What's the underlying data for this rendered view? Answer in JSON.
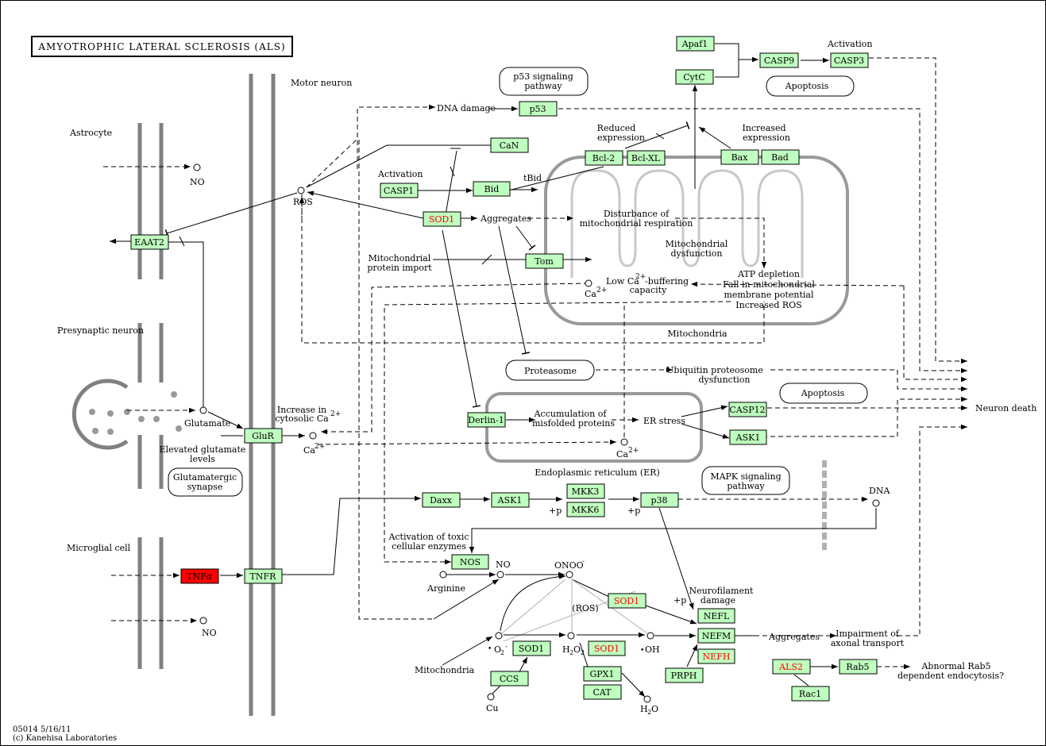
{
  "title": "AMYOTROPHIC LATERAL SCLEROSIS (ALS)",
  "footer": {
    "id_date": "05014 5/16/11",
    "copyright": "(c) Kanehisa Laboratories"
  },
  "regions": {
    "motor_neuron": "Motor neuron",
    "astrocyte": "Astrocyte",
    "presynaptic_neuron": "Presynaptic neuron",
    "microglial_cell": "Microglial cell",
    "mitochondria": "Mitochondria",
    "er": "Endoplasmic reticulum (ER)"
  },
  "genes": {
    "apaf1": "Apaf1",
    "casp9": "CASP9",
    "casp3": "CASP3",
    "cytc": "CytC",
    "p53": "p53",
    "can": "CaN",
    "bcl2": "Bcl-2",
    "bclxl": "Bcl-XL",
    "bax": "Bax",
    "bad": "Bad",
    "casp1": "CASP1",
    "bid": "Bid",
    "sod1_a": "SOD1",
    "eaat2": "EAAT2",
    "tom": "Tom",
    "derlin1": "Derlin-1",
    "casp12": "CASP12",
    "ask1_a": "ASK1",
    "glur": "GluR",
    "daxx": "Daxx",
    "ask1_b": "ASK1",
    "mkk3": "MKK3",
    "mkk6": "MKK6",
    "p38": "p38",
    "tnfa": "TNFα",
    "tnfr": "TNFR",
    "nos": "NOS",
    "sod1_b": "SOD1",
    "nefl": "NEFL",
    "nefm": "NEFM",
    "nefh": "NEFH",
    "prph": "PRPH",
    "sod1_c": "SOD1",
    "sod1_d": "SOD1",
    "ccs": "CCS",
    "gpx1": "GPX1",
    "cat": "CAT",
    "als2": "ALS2",
    "rab5": "Rab5",
    "rac1": "Rac1"
  },
  "pathways": {
    "p53": [
      "p53 signaling",
      "pathway"
    ],
    "apoptosis_top": "Apoptosis",
    "proteasome": "Proteasome",
    "apoptosis_mid": "Apoptosis",
    "mapk": [
      "MAPK signaling",
      "pathway"
    ],
    "glutamatergic": [
      "Glutamatergic",
      "synapse"
    ]
  },
  "labels": {
    "activation_casp": "Activation",
    "dna_damage": "DNA damage",
    "reduced_expression": [
      "Reduced",
      "expression"
    ],
    "increased_expression": [
      "Increased",
      "expression"
    ],
    "activation_bid": "Activation",
    "tbid": "tBid",
    "no_top": "NO",
    "ros": "ROS",
    "aggregates_top": "Aggregates",
    "disturbance": [
      "Disturbance of",
      "mitochondrial respiration"
    ],
    "mito_dysfunction": [
      "Mitochondrial",
      "dysfunction"
    ],
    "mito_import": [
      "Mitochondrial",
      "protein import"
    ],
    "atp": [
      "ATP depletion",
      "Fall in mitochondrial",
      "membrane potential",
      "Increased ROS"
    ],
    "low_ca": "Low Ca",
    "low_ca_sup": "2+",
    "low_ca_rest": "-buffering",
    "capacity": "capacity",
    "ca_mito": "Ca",
    "ca_sup": "2+",
    "ups": [
      "Ubiquitin proteosome",
      "dysfunction"
    ],
    "neuron_death": "Neuron death",
    "increase_ca": [
      "Increase in",
      "cytosolic Ca"
    ],
    "glutamate": "Glutamate",
    "elevated": [
      "Elevated glutamate",
      "levels"
    ],
    "ca_glur": "Ca",
    "accum": [
      "Accumulation of",
      "misfolded proteins"
    ],
    "er_stress": "ER stress",
    "ca_er": "Ca",
    "dna": "DNA",
    "plus_p1": "+p",
    "plus_p2": "+p",
    "plus_p3": "+p",
    "toxic": [
      "Activation of toxic",
      "cellular enzymes"
    ],
    "no_mid": "NO",
    "onoo": "ONOO",
    "arginine": "Arginine",
    "ros_paren": "(ROS)",
    "no_bottom": "NO",
    "neurofilament": [
      "Neurofilament",
      "damage"
    ],
    "aggregates_bottom": "Aggregates",
    "impairment": [
      "Impairment of",
      "axonal transport"
    ],
    "mitochondria_bottom": "Mitochondria",
    "o2": "O",
    "h2o2": "H",
    "oh": "OH",
    "cu": "Cu",
    "h2o": "H",
    "abnormal": [
      "Abnormal Rab5",
      "dependent endocytosis?"
    ]
  }
}
